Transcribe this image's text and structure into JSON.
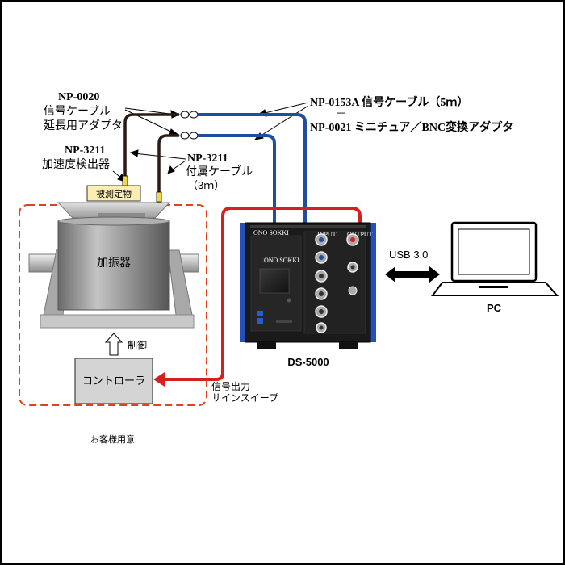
{
  "labels": {
    "np0020_model": "NP-0020",
    "np0020_line1": "信号ケーブル",
    "np0020_line2": "延長用アダプタ",
    "np3211a_model": "NP-3211",
    "np3211a_desc": "加速度検出器",
    "np3211b_model": "NP-3211",
    "np3211b_line1": "付属ケーブル",
    "np3211b_line2": "（3ｍ）",
    "np0153_line": "NP-0153A 信号ケーブル（5ｍ）",
    "plus": "＋",
    "np0021_line": "NP-0021 ミニチュア／BNC変換アダプタ",
    "test_object": "被測定物",
    "shaker": "加振器",
    "control": "制御",
    "controller": "コントローラ",
    "signal_line1": "信号出力",
    "signal_line2": "サインスイープ",
    "customer": "お客様用意",
    "device_name": "DS-5000",
    "usb": "USB 3.0",
    "pc": "PC",
    "device_brand": "ONO SOKKI",
    "device_port_label": "INPUT",
    "device_out_label": "OUTPUT"
  },
  "colors": {
    "blue_cable": "#1f4e9c",
    "red_cable": "#d42020",
    "dash_box": "#e2421b",
    "device_body": "#1a1a1a",
    "device_accent": "#2550b8",
    "label_fill": "#fbeeb0",
    "controller_fill": "#d4d4d4"
  },
  "icons": {
    "bidirectional_arrow": "double-arrow",
    "up_arrow": "hollow-up-arrow",
    "left_arrow": "red-arrow-left"
  }
}
